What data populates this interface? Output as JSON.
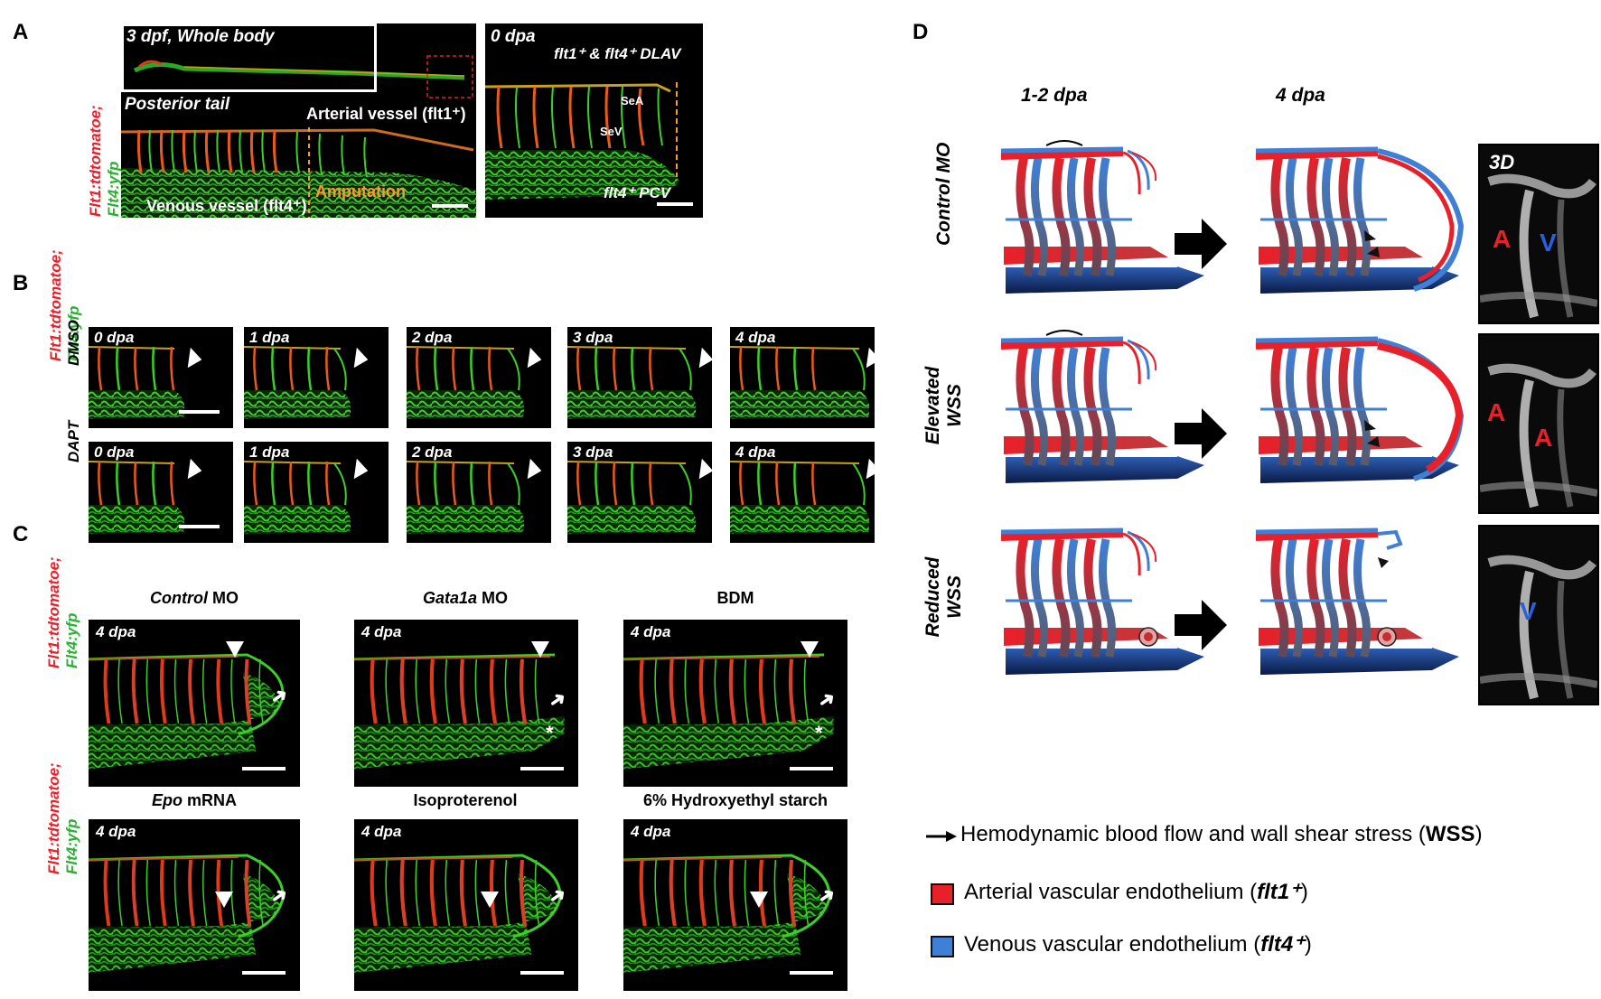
{
  "panels": {
    "A": "A",
    "B": "B",
    "C": "C",
    "D": "D"
  },
  "panelA": {
    "whole_body_label": "3 dpf, Whole body",
    "posterior_label": "Posterior tail",
    "arterial_label": "Arterial vessel (flt1⁺)",
    "venous_label": "Venous vessel (flt4⁺)",
    "amputation_label": "Amputation",
    "dpa0_label": "0 dpa",
    "dlav_label": "flt1⁺ & flt4⁺ DLAV",
    "sea_label": "SeA",
    "sev_label": "SeV",
    "pcv_label": "flt4⁺ PCV"
  },
  "side_labels": {
    "red_part": "Flt1:tdtomatoe;",
    "green_part": "Flt4:yfp",
    "dmso": "DMSO",
    "dapt": "DAPT"
  },
  "panelB": {
    "row1": [
      "0 dpa",
      "1 dpa",
      "2 dpa",
      "3 dpa",
      "4 dpa"
    ],
    "row2": [
      "0 dpa",
      "1 dpa",
      "2 dpa",
      "3 dpa",
      "4 dpa"
    ]
  },
  "panelC": {
    "titles": [
      {
        "ital": "Control",
        "rest": " MO"
      },
      {
        "ital": "Gata1a",
        "rest": " MO"
      },
      {
        "ital": "",
        "rest": "BDM"
      },
      {
        "ital": "Epo",
        "rest": " mRNA"
      },
      {
        "ital": "",
        "rest": "Isoproterenol"
      },
      {
        "ital": "",
        "rest": "6% Hydroxyethyl starch"
      }
    ],
    "dpa": "4 dpa",
    "asterisk": "*"
  },
  "panelD": {
    "col1": "1-2 dpa",
    "col2": "4 dpa",
    "rows": [
      {
        "line1": "Control MO",
        "line2": ""
      },
      {
        "line1": "Elevated",
        "line2": "WSS"
      },
      {
        "line1": "Reduced",
        "line2": "WSS"
      }
    ],
    "img3d": {
      "tag": "3D",
      "labels1": [
        "A",
        "V"
      ],
      "labels2": [
        "A",
        "A"
      ],
      "labels3": [
        "V"
      ]
    }
  },
  "legend": {
    "flow_pre": "Hemodynamic blood flow and wall shear stress (",
    "flow_bold": "WSS",
    "flow_post": ")",
    "arterial_pre": "Arterial vascular endothelium (",
    "arterial_bold": "flt1⁺",
    "arterial_post": ")",
    "venous_pre": "Venous vascular endothelium (",
    "venous_bold": "flt4⁺",
    "venous_post": ")"
  },
  "colors": {
    "arterial": "#e8202a",
    "venous": "#3f7fd6",
    "fluor_green": "#36c936",
    "fluor_red": "#e03a1c",
    "amputation": "#ff9a2a"
  }
}
